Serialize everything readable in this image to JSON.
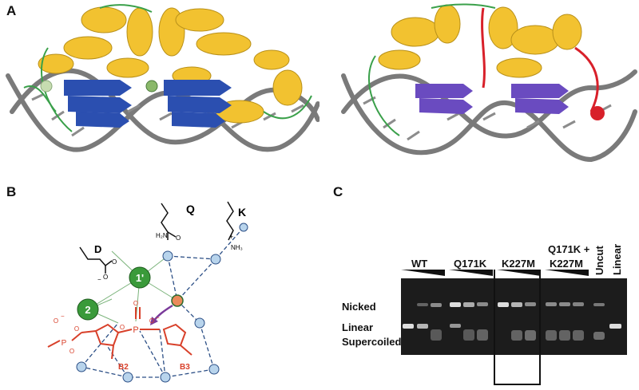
{
  "panels": {
    "a": {
      "label": "A"
    },
    "b": {
      "label": "B"
    },
    "c": {
      "label": "C"
    }
  },
  "panel_b": {
    "residues": {
      "asp": "D",
      "gln": "Q",
      "lys": "K"
    },
    "gln_group": "H₂N",
    "lys_group": "NH₃",
    "plus": "+",
    "minus": "−",
    "oxygen": "O",
    "phosphorus": "P",
    "metal_ions": {
      "primary": "2",
      "secondary": "1'"
    },
    "bases": {
      "b2": "B2",
      "b3": "B3"
    }
  },
  "panel_c": {
    "lanes": {
      "wt": "WT",
      "q171k": "Q171K",
      "k227m": "K227M",
      "double_top": "Q171K +",
      "double_bottom": "K227M",
      "uncut": "Uncut",
      "linear": "Linear"
    },
    "bands": {
      "nicked": "Nicked",
      "linear": "Linear",
      "supercoiled": "Supercoiled"
    }
  },
  "colors": {
    "helix": "#f2c230",
    "sheet_a": "#2b4fb0",
    "sheet_b": "#6a4bc0",
    "loop": "#3aa04a",
    "highlight": "#d8202a",
    "dna": "#808080",
    "metal": "#3a9a3a",
    "water": "#b8d4ec",
    "phosphate": "#d8402a",
    "gel_bg": "#1c1c1c",
    "band": "#e8e8e8"
  }
}
